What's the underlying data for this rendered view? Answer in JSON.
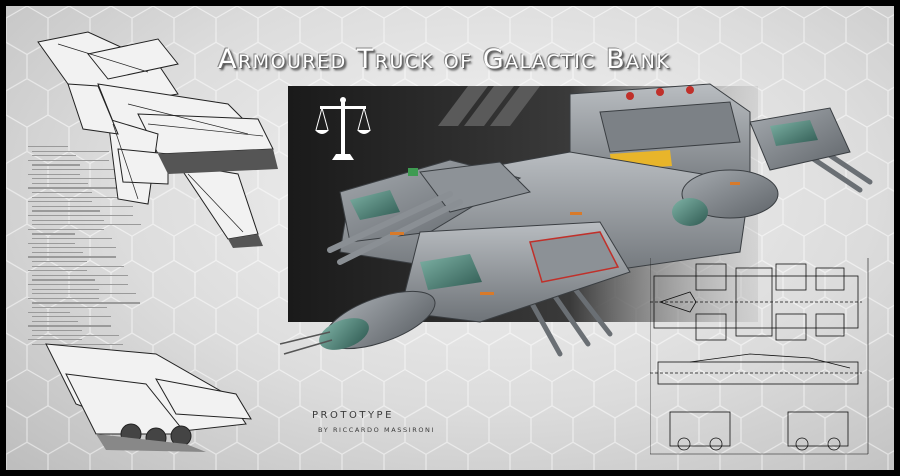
{
  "title": "Armoured Truck of Galactic Bank",
  "subtitle": "PROTOTYPE",
  "byline": "BY RICCARDO MASSIRONI",
  "colors": {
    "frame": "#000000",
    "dark_panel": "#2a2a2a",
    "hull": "#8c9196",
    "canopy": "#4f7f74",
    "accent_orange": "#d87a2a",
    "accent_red": "#c0302a"
  },
  "icons": {
    "emblem": "scales-of-justice-icon"
  }
}
